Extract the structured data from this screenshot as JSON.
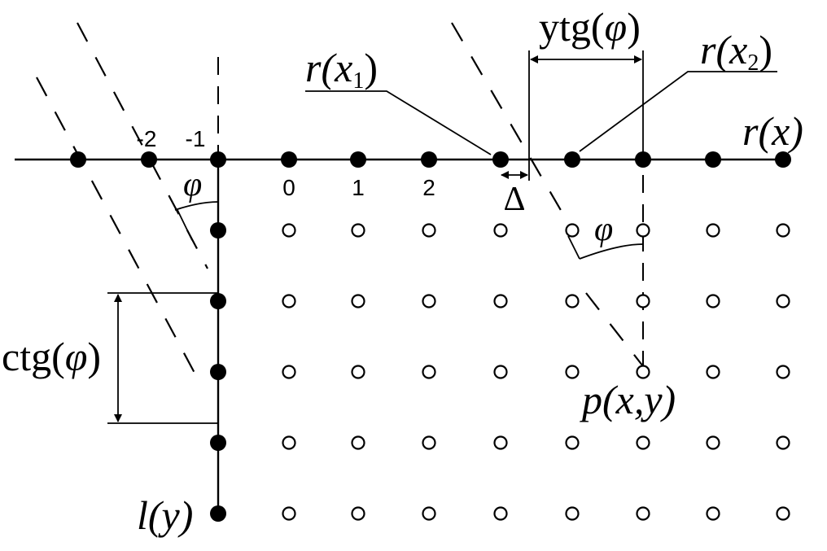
{
  "labels": {
    "r_x": "r(x)",
    "r_x1": "r(x",
    "r_x1_sub": "1",
    "r_x2": "r(x",
    "r_x2_sub": "2",
    "close_paren": ")",
    "ytg": "ytg(",
    "phi": "φ",
    "delta": "Δ",
    "ctg": "ctg(",
    "p_xy": "p(x,y)",
    "l_y": "l(y)"
  },
  "ticks": [
    "-2",
    "-1",
    "0",
    "1",
    "2"
  ]
}
